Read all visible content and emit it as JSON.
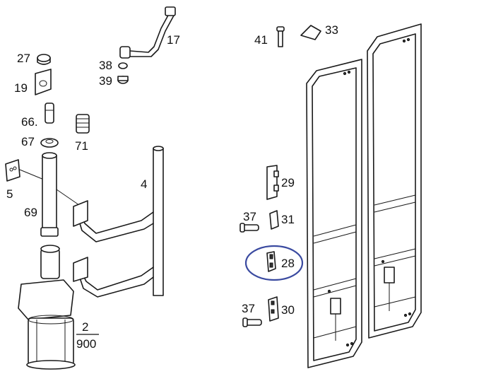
{
  "labels": {
    "p2_num": "2",
    "p2_den": "900",
    "p4": "4",
    "p5": "5",
    "p17": "17",
    "p19": "19",
    "p27": "27",
    "p28": "28",
    "p29": "29",
    "p30": "30",
    "p31": "31",
    "p33": "33",
    "p37a": "37",
    "p37b": "37",
    "p38": "38",
    "p39": "39",
    "p41": "41",
    "p66": "66.",
    "p67": "67",
    "p69": "69",
    "p71": "71"
  },
  "highlight": {
    "part": "28",
    "color": "#3a4aa0"
  }
}
